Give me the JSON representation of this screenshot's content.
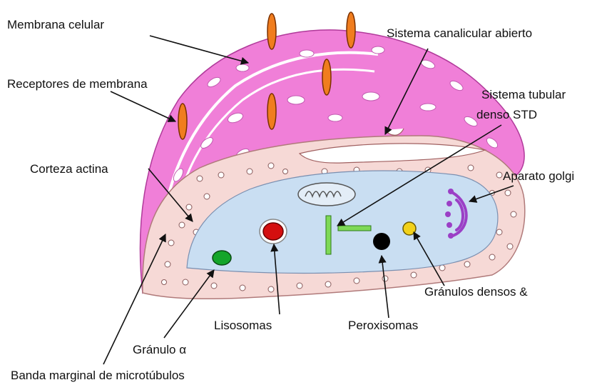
{
  "labels": {
    "membrana_celular": "Membrana celular",
    "receptores": "Receptores de membrana",
    "corteza": "Corteza actina",
    "banda": "Banda marginal de microtúbulos",
    "sistema_canalicular": "Sistema canalicular abierto",
    "sistema_tubular_1": "Sistema tubular",
    "sistema_tubular_2": "denso STD",
    "golgi": "Aparato golgi",
    "granulos_densos": "Gránulos densos &",
    "peroxisomas": "Peroxisomas",
    "lisosomas": "Lisosomas",
    "granulo_alfa": "Gránulo α"
  },
  "colors": {
    "membrane_pink": "#f07fd8",
    "cortex_pink": "#f6d9d6",
    "cytoplasm_blue": "#c9def2",
    "receptor_orange": "#f07d1e",
    "lysosome_red": "#d40f0f",
    "granule_green": "#14a52a",
    "std_green": "#7ed957",
    "peroxisome_black": "#000000",
    "dense_granule_yellow": "#f2d11a",
    "golgi_purple": "#9b3fc6"
  }
}
